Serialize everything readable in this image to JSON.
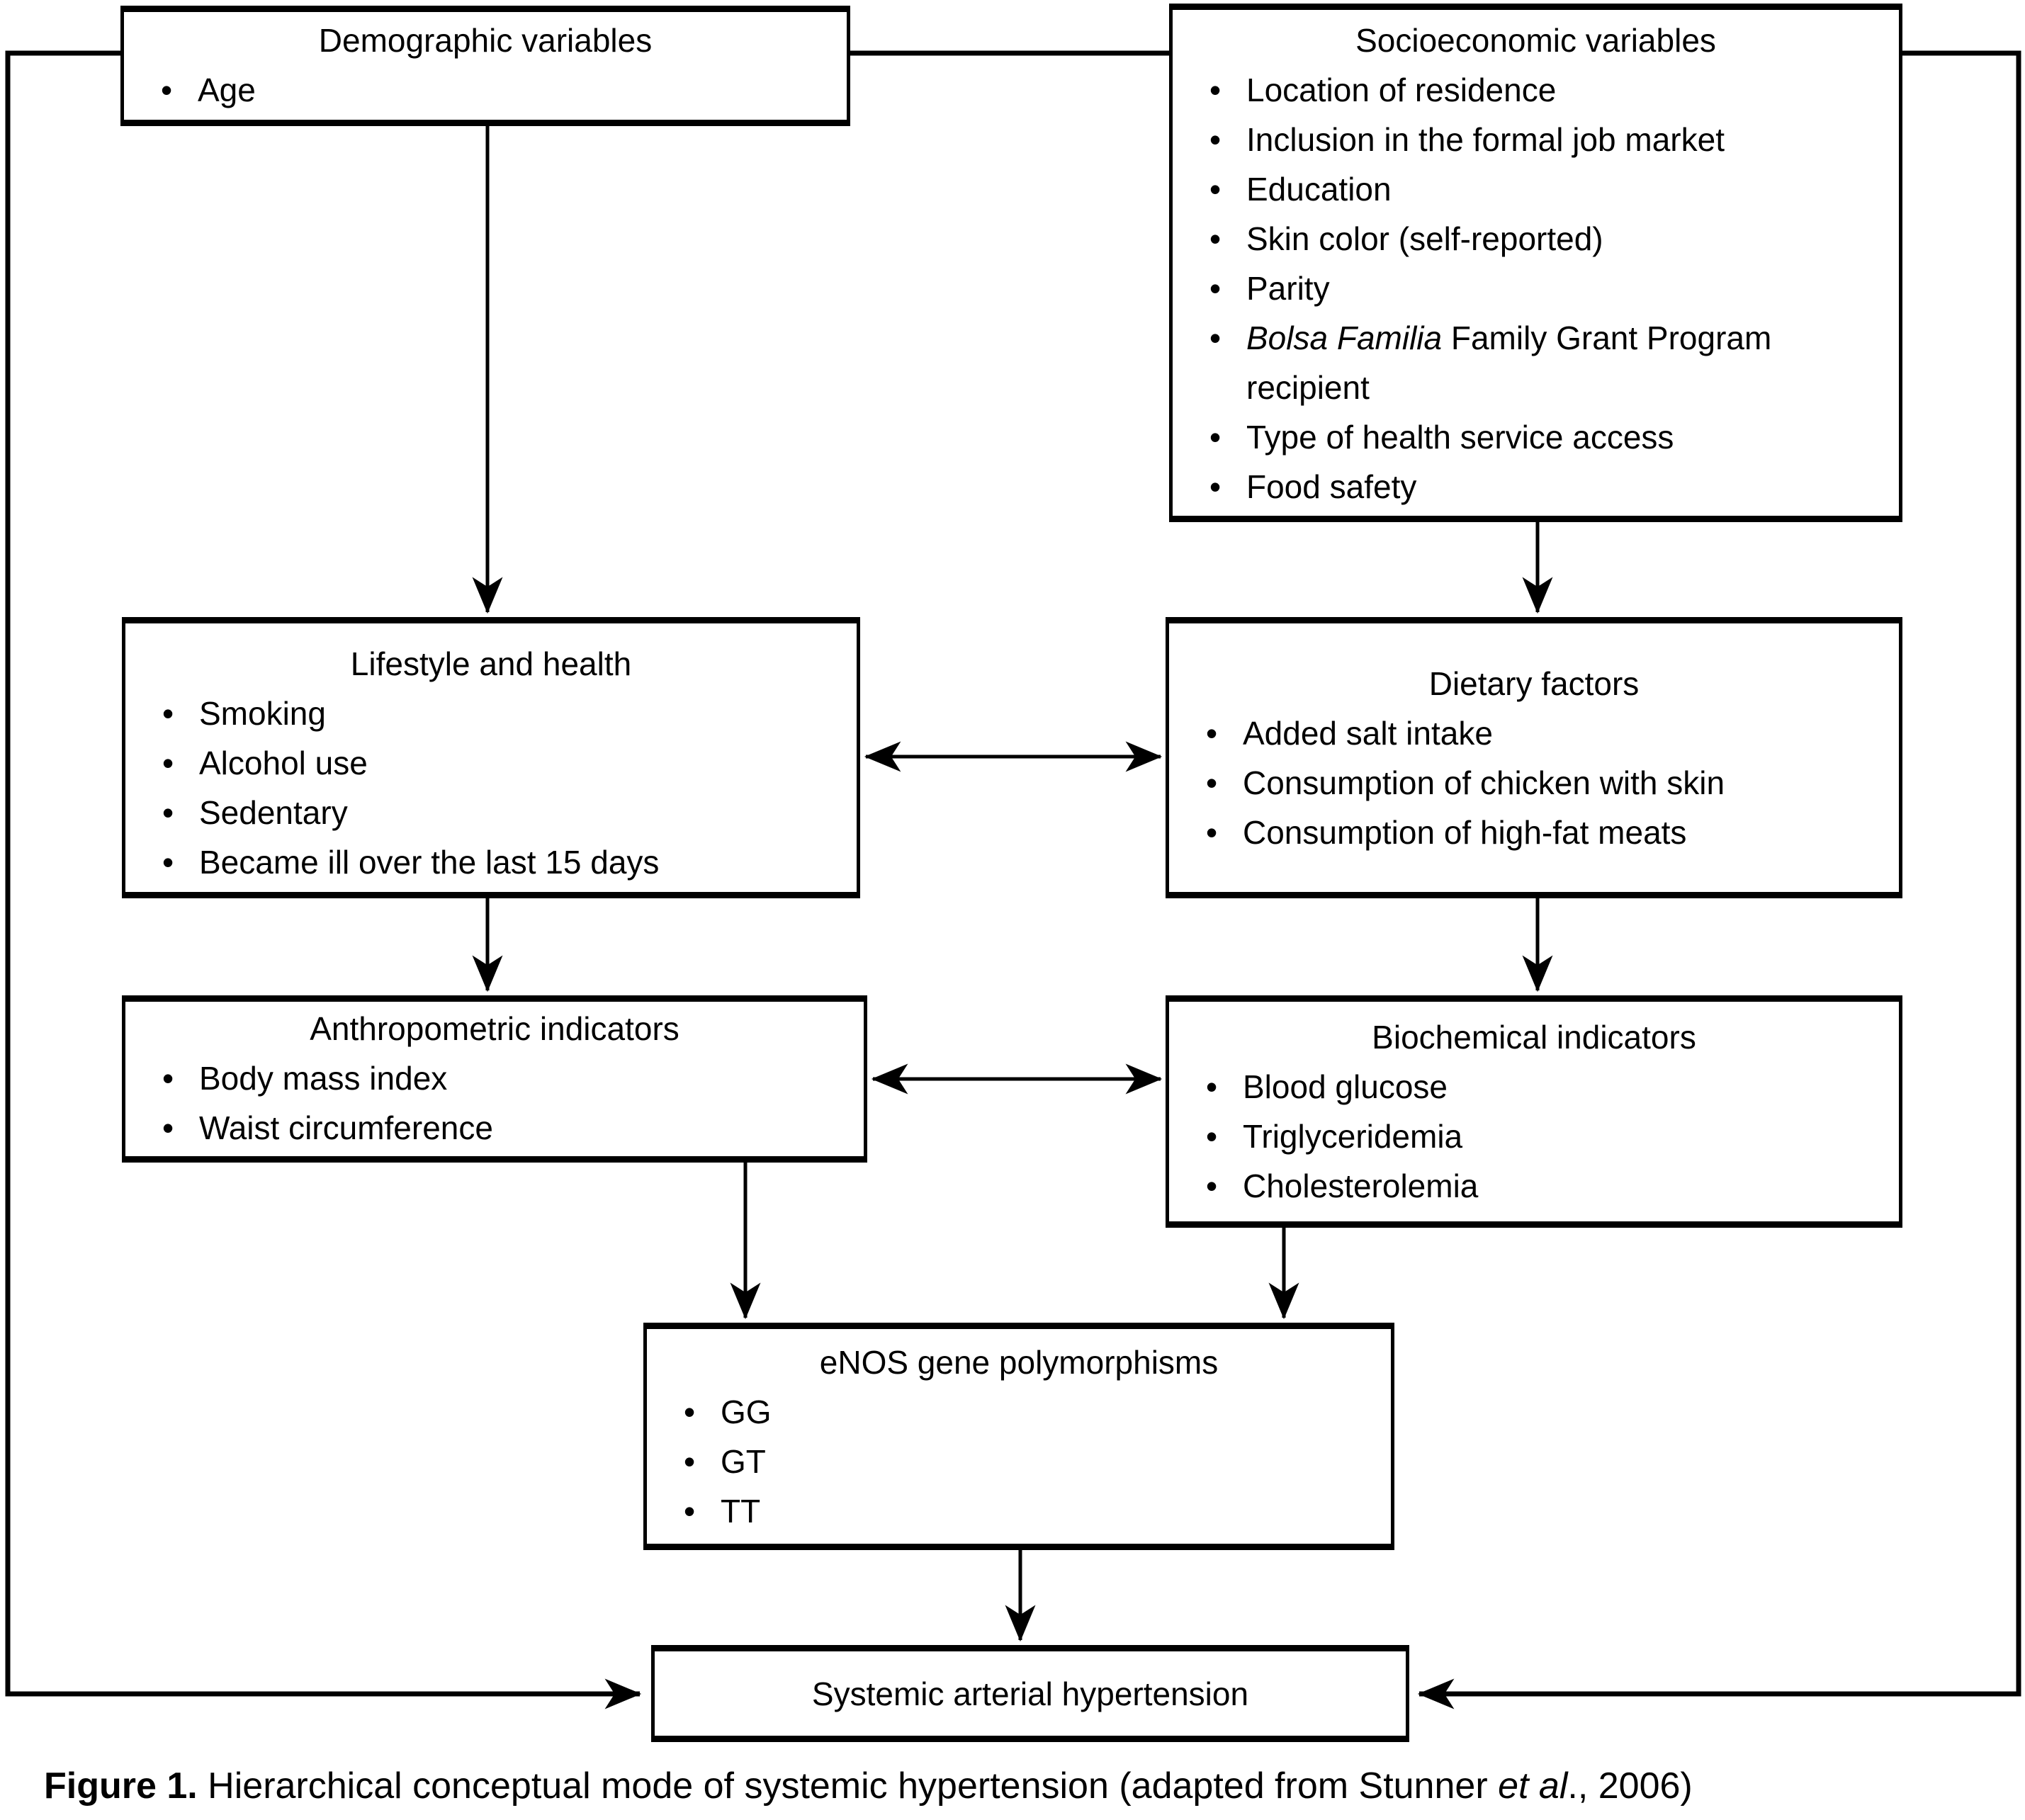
{
  "colors": {
    "line": "#000000",
    "background": "#ffffff",
    "text": "#000000"
  },
  "boxes": {
    "demographic": {
      "title": "Demographic variables",
      "items": [
        "Age"
      ]
    },
    "socioeconomic": {
      "title": "Socioeconomic variables",
      "items": [
        "Location of residence",
        "Inclusion in the formal job market",
        "Education",
        "Skin color (self-reported)",
        "Parity",
        {
          "italic": "Bolsa Familia",
          "rest": " Family Grant Program",
          "rest2": "recipient"
        },
        "Type of health service access",
        "Food safety"
      ]
    },
    "lifestyle": {
      "title": "Lifestyle and health",
      "items": [
        "Smoking",
        "Alcohol use",
        "Sedentary",
        "Became ill over the last 15 days"
      ]
    },
    "dietary": {
      "title": "Dietary factors",
      "items": [
        "Added salt intake",
        "Consumption of chicken with skin",
        "Consumption of high-fat meats"
      ]
    },
    "anthropometric": {
      "title": "Anthropometric indicators",
      "items": [
        "Body mass index",
        "Waist circumference"
      ]
    },
    "biochemical": {
      "title": "Biochemical indicators",
      "items": [
        "Blood glucose",
        "Triglyceridemia",
        "Cholesterolemia"
      ]
    },
    "enos": {
      "title": "eNOS gene polymorphisms",
      "items": [
        "GG",
        "GT",
        "TT"
      ]
    },
    "outcome": {
      "title": "Systemic arterial hypertension"
    }
  },
  "caption": {
    "label": "Figure 1.",
    "before_etal": " Hierarchical conceptual mode of systemic hypertension (adapted from Stunner ",
    "etal": "et al",
    "after_etal": "., 2006)"
  }
}
